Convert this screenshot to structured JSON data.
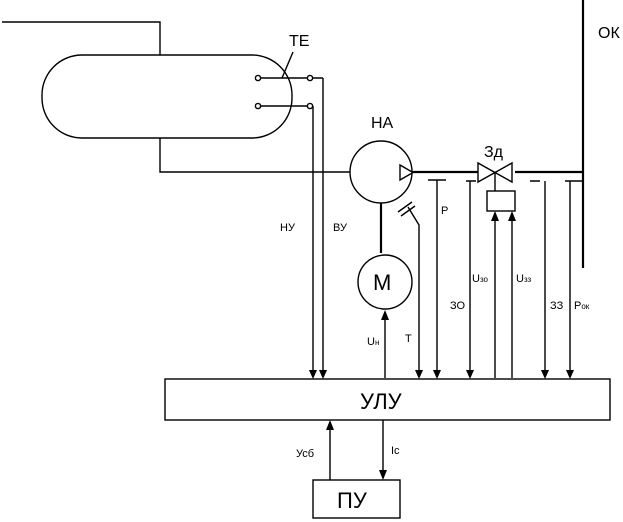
{
  "labels": {
    "te": "ТЕ",
    "ok": "ОК",
    "na": "НА",
    "zd": "Зд",
    "motor": "М",
    "ulu": "УЛУ",
    "pu": "ПУ",
    "nu": "НУ",
    "vu": "ВУ",
    "p": "P",
    "t": "T",
    "zo": "ЗО",
    "zz": "ЗЗ",
    "u_main": "U",
    "u_n_sub": "н",
    "u_zo_sub": "зо",
    "u_zz_sub": "зз",
    "p_main": "P",
    "p_ok_sub": "ок",
    "usb": "Усб",
    "ic": "Ic"
  }
}
